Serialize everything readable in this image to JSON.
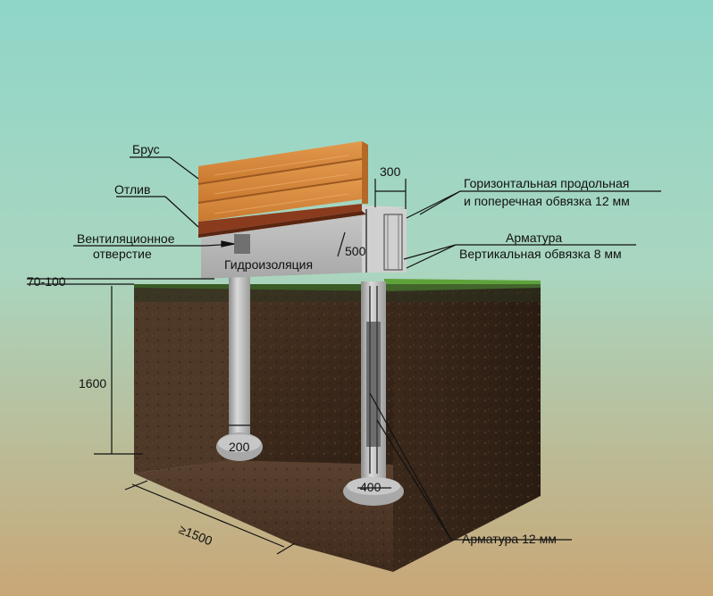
{
  "colors": {
    "sky_top": "#8fd6c8",
    "sky_bottom": "#c9a776",
    "soil": "#3d2a1b",
    "concrete": "#b8b9b8",
    "timber": "#d98a3f",
    "grass": "#4d8c2a"
  },
  "labels": {
    "brus": "Брус",
    "otliv": "Отлив",
    "vent_line1": "Вентиляционное",
    "vent_line2": "отверстие",
    "hydro": "Гидроизоляция",
    "strap_line1": "Горизонтальная продольная",
    "strap_line2": "и поперечная обвязка 12 мм",
    "armatura": "Арматура",
    "vert_strap": "Вертикальная обвязка 8 мм",
    "armatura12": "Арматура 12 мм"
  },
  "dimensions": {
    "d300": "300",
    "d500": "500",
    "d70_100": "70-100",
    "d1600": "1600",
    "d200": "200",
    "d400": "400",
    "d1500": "≥1500"
  }
}
